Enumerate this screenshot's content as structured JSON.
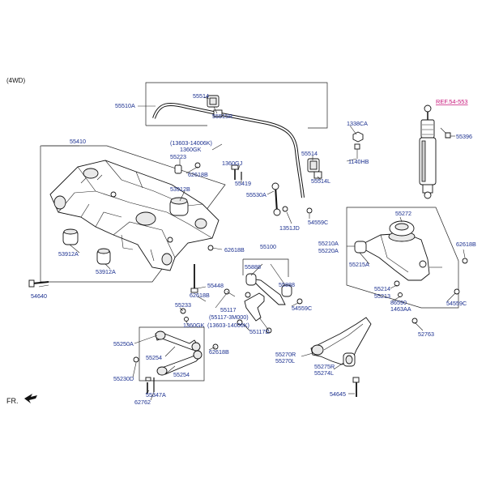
{
  "header": {
    "variant": "(4WD)",
    "front_label": "FR."
  },
  "reference": {
    "label": "REF.54-553"
  },
  "colors": {
    "label": "#1a2f8f",
    "reference": "#c8197c",
    "line": "#222222"
  },
  "parts": {
    "p55510A": "55510A",
    "p55514a": "55514",
    "p55515R": "55515R",
    "p1338CA": "1338CA",
    "p55514b": "55514",
    "p55514L": "55514L",
    "p1140HB": "1140HB",
    "p55396": "55396",
    "p55410": "55410",
    "p13603a": "(13603-14006K)",
    "p1360GKa": "1360GK",
    "p55223": "55223",
    "p62618Ba": "62618B",
    "p1360GJ": "1360GJ",
    "p55419": "55419",
    "p55530A": "55530A",
    "p53912Ba": "53912B",
    "p1351JD": "1351JD",
    "p54559Ca": "54559C",
    "p55272": "55272",
    "p55210A": "55210A",
    "p55220A": "55220A",
    "p62618Bb": "62618B",
    "p55215A": "55215A",
    "p53912A1": "53912A",
    "p53912A2": "53912A",
    "p62618Bc": "62618B",
    "p55100": "55100",
    "p55888a": "55888",
    "p55888b": "55888",
    "p54640": "54640",
    "p55448": "55448",
    "p62618Bd": "62618B",
    "p55233": "55233",
    "p55117": "55117",
    "p55117M": "(55117-3M000)",
    "p1360GKb": "1360GK",
    "p13603b": "(13603-14006K)",
    "p55117D": "55117D",
    "p54559Cb": "54559C",
    "p55214": "55214",
    "p55213": "55213",
    "p86590": "86590",
    "p1463AA": "1463AA",
    "p54559Cc": "54559C",
    "p62618Be": "62618B",
    "p55250A": "55250A",
    "p55254a": "55254",
    "p62618Bf": "62618B",
    "p55254b": "55254",
    "p55230D": "55230D",
    "p55347A": "55347A",
    "p62762": "62762",
    "p55270R": "55270R",
    "p55270L": "55270L",
    "p55275R": "55275R",
    "p55274L": "55274L",
    "p54645": "54645",
    "p52763": "52763"
  }
}
